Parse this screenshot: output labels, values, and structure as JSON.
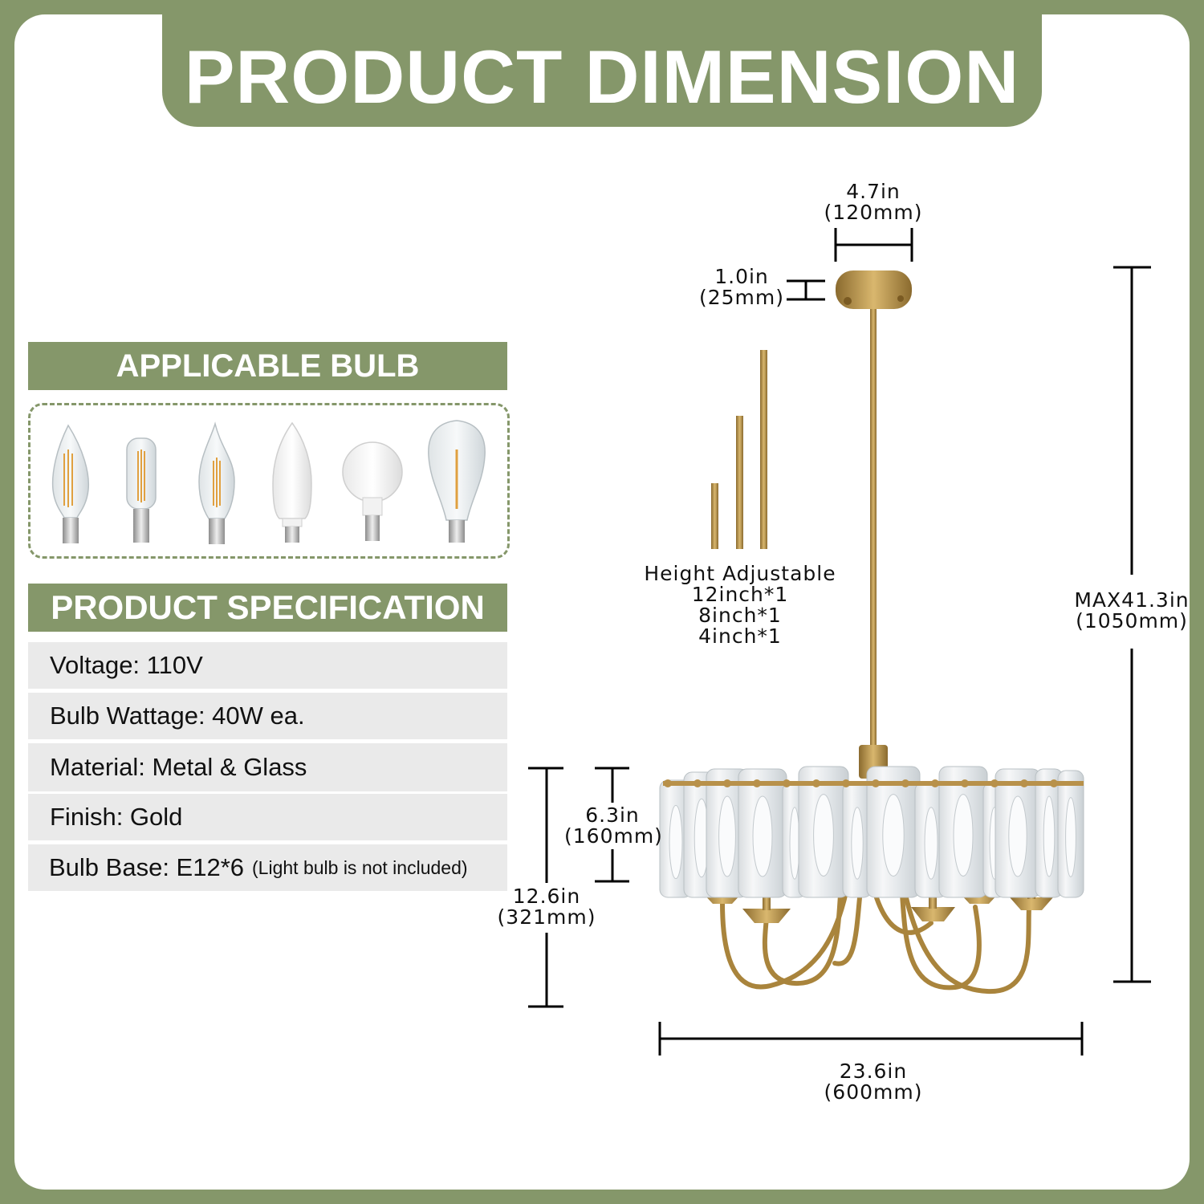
{
  "title": "PRODUCT DIMENSION",
  "applicable_bulb": {
    "header": "APPLICABLE BULB",
    "bulbs": [
      "candle-filament-bulb",
      "tubular-filament-bulb",
      "flame-tip-filament-bulb",
      "led-candle-bulb",
      "led-globe-bulb",
      "st-filament-bulb"
    ]
  },
  "specification": {
    "header": "PRODUCT SPECIFICATION",
    "rows": [
      {
        "text": "Voltage: 110V"
      },
      {
        "text": "Bulb Wattage: 40W ea."
      },
      {
        "text": "Material: Metal & Glass"
      },
      {
        "text": "Finish: Gold"
      },
      {
        "text": "Bulb Base: E12*6",
        "note": "(Light bulb is not included)"
      }
    ]
  },
  "dimensions": {
    "canopy_width": {
      "imperial": "4.7in",
      "metric": "(120mm)"
    },
    "canopy_height": {
      "imperial": "1.0in",
      "metric": "(25mm)"
    },
    "height_adjustable": {
      "title": "Height Adjustable",
      "rods": [
        "12inch*1",
        "8inch*1",
        "4inch*1"
      ]
    },
    "max_height": {
      "imperial": "MAX41.3in",
      "metric": "(1050mm)"
    },
    "shade_height": {
      "imperial": "6.3in",
      "metric": "(160mm)"
    },
    "body_height": {
      "imperial": "12.6in",
      "metric": "(321mm)"
    },
    "diameter": {
      "imperial": "23.6in",
      "metric": "(600mm)"
    }
  },
  "colors": {
    "accent": "#85976a",
    "gold": "#b8914a",
    "row_bg": "#eaeaea"
  }
}
